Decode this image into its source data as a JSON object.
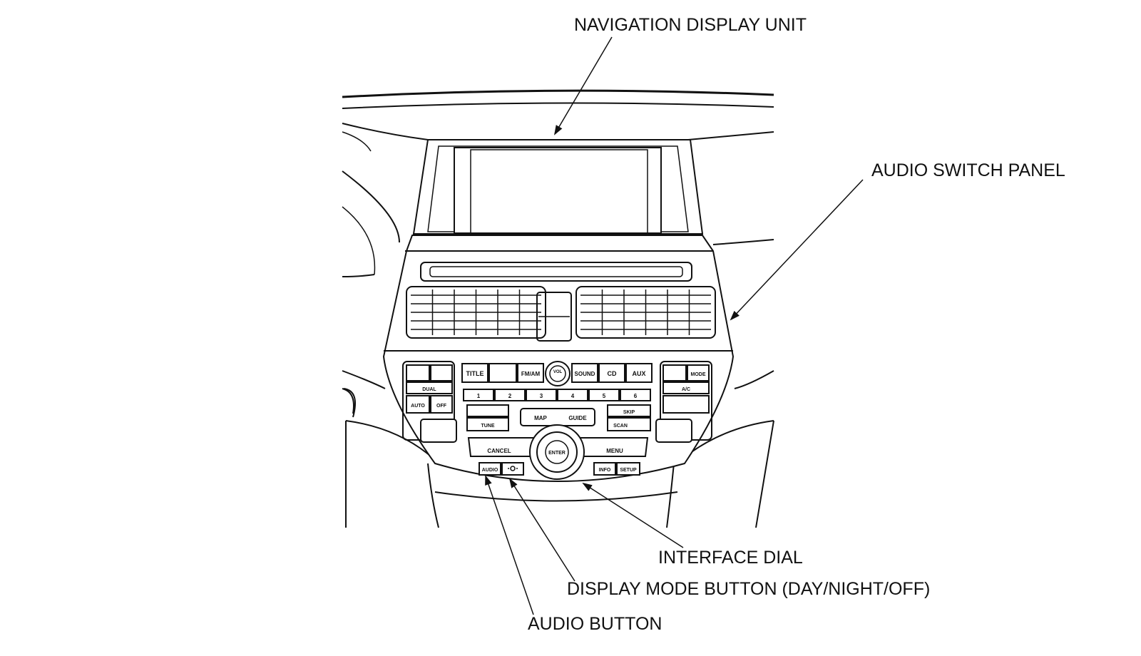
{
  "callouts": {
    "navigation_display_unit": "NAVIGATION DISPLAY UNIT",
    "audio_switch_panel": "AUDIO SWITCH PANEL",
    "interface_dial": "INTERFACE DIAL",
    "display_mode_button": "DISPLAY MODE BUTTON (DAY/NIGHT/OFF)",
    "audio_button": "AUDIO BUTTON"
  },
  "panel_labels": {
    "title": "TITLE",
    "fm_am": "FM/AM",
    "vol": "VOL",
    "sound": "SOUND",
    "cd": "CD",
    "aux": "AUX",
    "mode": "MODE",
    "dual": "DUAL",
    "auto": "AUTO",
    "off": "OFF",
    "ac": "A/C",
    "tune": "TUNE",
    "skip": "SKIP",
    "scan": "SCAN",
    "map": "MAP",
    "guide": "GUIDE",
    "cancel": "CANCEL",
    "menu": "MENU",
    "enter": "ENTER",
    "audio": "AUDIO",
    "info": "INFO",
    "setup": "SETUP",
    "presets": [
      "1",
      "2",
      "3",
      "4",
      "5",
      "6"
    ]
  },
  "icons": {
    "audio_button_arrow": "arrow-icon",
    "display_mode": "brightness-icon"
  }
}
